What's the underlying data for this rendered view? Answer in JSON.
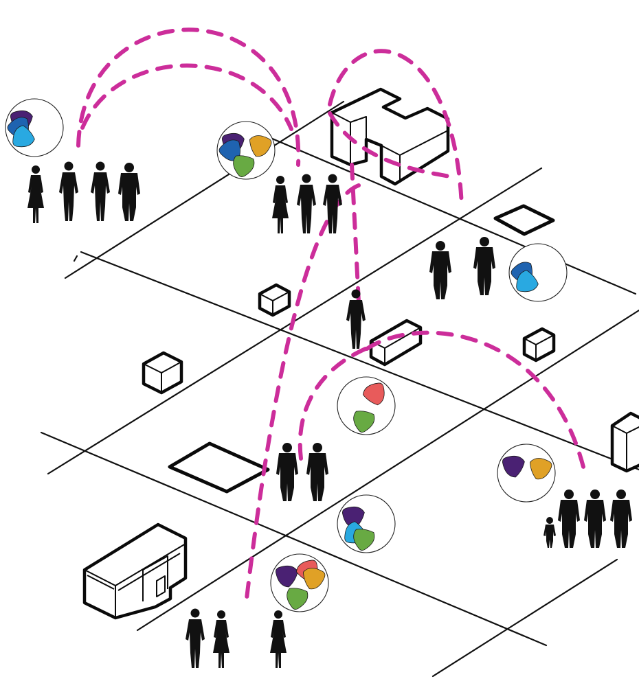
{
  "colors": {
    "arc": "#cc2d9a",
    "street": "#111111",
    "purple": "#4a2173",
    "blue": "#1f63b0",
    "cyan": "#29a9e1",
    "orange": "#e0a126",
    "green": "#68aa43",
    "red": "#e85b5b"
  },
  "icons": {
    "person": "person-silhouette-icon",
    "building": "building-icon",
    "plot": "empty-plot-icon",
    "badge": "resource-badge-icon"
  },
  "badges": [
    {
      "id": "badge-a",
      "slots": [
        "purple",
        "blue",
        "cyan"
      ]
    },
    {
      "id": "badge-b",
      "slots": [
        "purple",
        "blue",
        "orange",
        "green"
      ]
    },
    {
      "id": "badge-c",
      "slots": [
        "blue",
        "cyan"
      ]
    },
    {
      "id": "badge-d",
      "slots": [
        "red",
        "green"
      ]
    },
    {
      "id": "badge-e",
      "slots": [
        "purple",
        "orange"
      ]
    },
    {
      "id": "badge-f",
      "slots": [
        "purple",
        "cyan",
        "green"
      ]
    },
    {
      "id": "badge-g",
      "slots": [
        "purple",
        "red",
        "orange",
        "green"
      ]
    }
  ]
}
